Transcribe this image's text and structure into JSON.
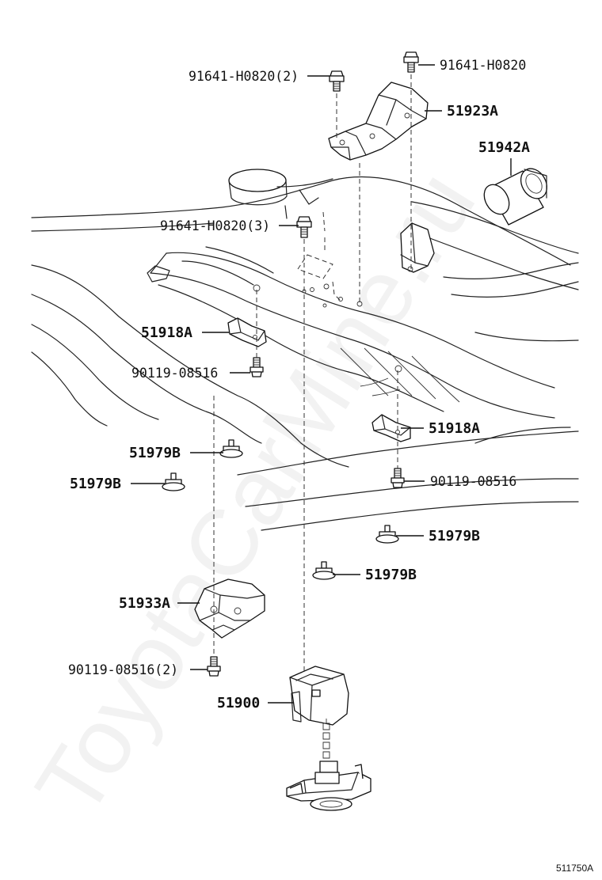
{
  "watermark": "ToyotaCarMine.ru",
  "figure_code": "511750A",
  "callouts": {
    "bolt_top_left": "91641-H0820(2)",
    "bolt_top_right": "91641-H0820",
    "bracket_top": "51923A",
    "pipe": "51942A",
    "bolt_mid": "91641-H0820(3)",
    "bracket_left": "51918A",
    "bolt_left": "90119-08516",
    "bracket_right": "51918A",
    "cushion_1": "51979B",
    "cushion_2": "51979B",
    "bolt_right": "90119-08516",
    "cushion_3": "51979B",
    "cushion_4": "51979B",
    "bracket_lower": "51933A",
    "bolt_lower": "90119-08516(2)",
    "carrier": "51900"
  }
}
